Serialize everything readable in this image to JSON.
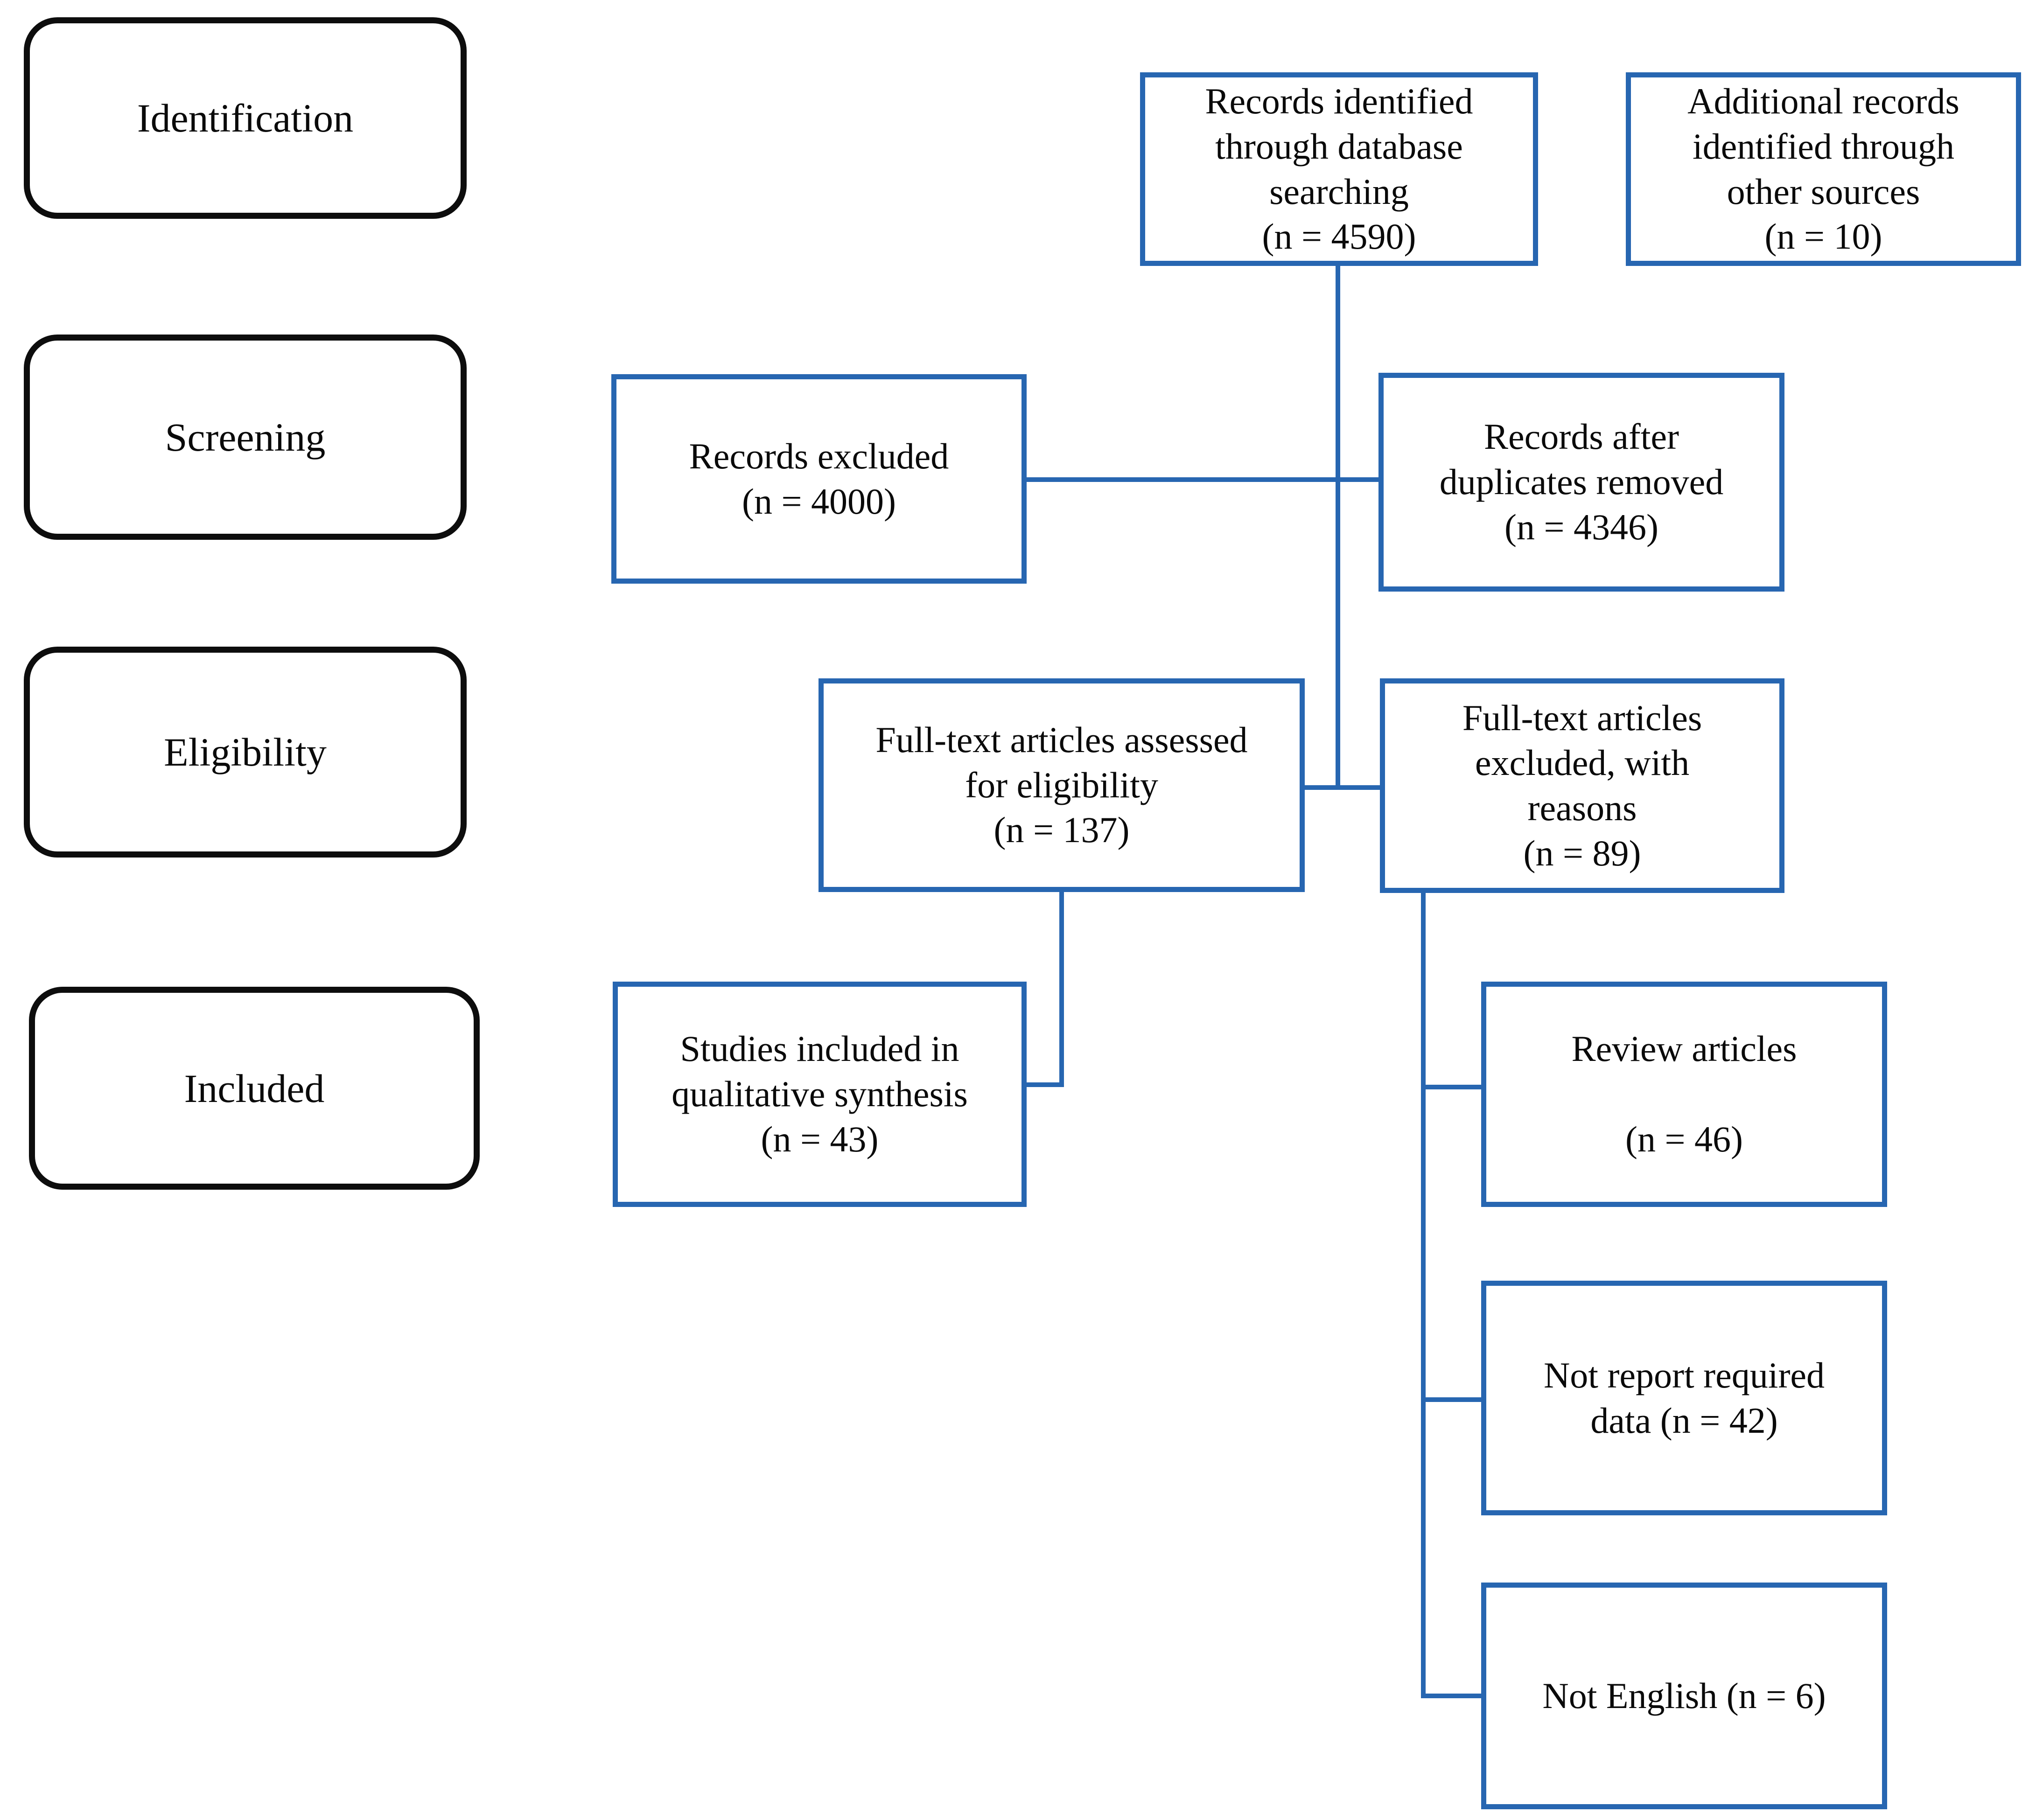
{
  "colors": {
    "line_blue": "#2766b1",
    "stage_border_black": "#0d0d0d",
    "text": "#0a0a0a",
    "background": "#ffffff"
  },
  "stages": [
    {
      "id": "identification",
      "label": "Identification"
    },
    {
      "id": "screening",
      "label": "Screening"
    },
    {
      "id": "eligibility",
      "label": "Eligibility"
    },
    {
      "id": "included",
      "label": "Included"
    }
  ],
  "flow": {
    "records_identified": "Records identified\nthrough database\nsearching\n(n = 4590)",
    "additional_records": "Additional records\nidentified through\nother sources\n(n = 10)",
    "records_excluded": "Records excluded\n(n = 4000)",
    "records_after_duplicates": "Records after\nduplicates removed\n(n = 4346)",
    "fulltext_assessed": "Full-text articles assessed\nfor eligibility\n(n = 137)",
    "fulltext_excluded": "Full-text articles\nexcluded, with\nreasons\n(n = 89)",
    "studies_included": "Studies included in\nqualitative synthesis\n(n = 43)",
    "review_articles": "Review articles\n\n(n = 46)",
    "not_report_required": "Not report required\ndata (n = 42)",
    "not_english": "Not English (n = 6)"
  }
}
